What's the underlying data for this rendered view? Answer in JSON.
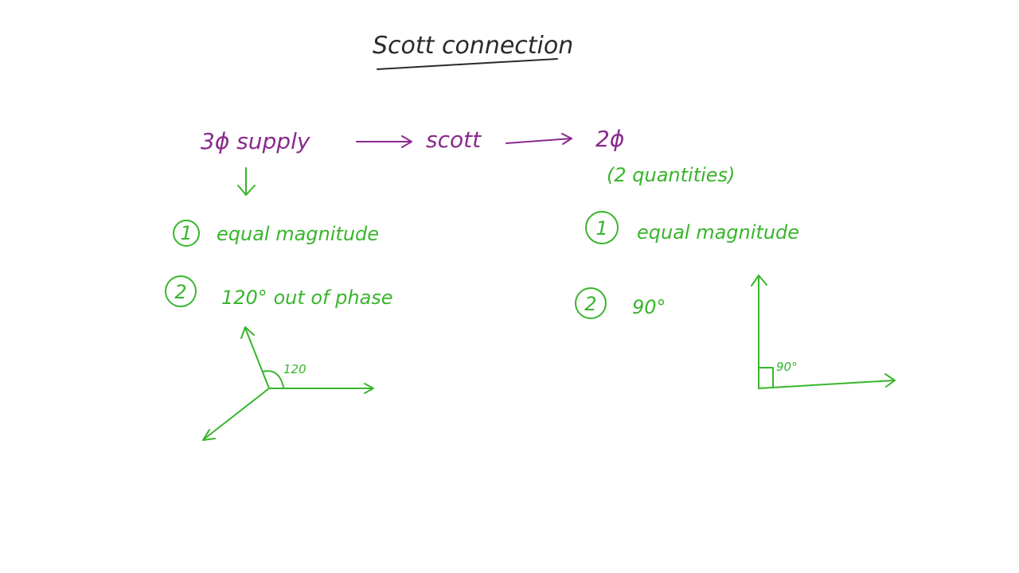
{
  "title": "Scott connection",
  "flow": {
    "input": "3ϕ supply",
    "middle": "scott",
    "output": "2ϕ",
    "output_note": "(2 quantities)"
  },
  "left": {
    "item1_num": "1",
    "item1_text": "equal magnitude",
    "item2_num": "2",
    "item2_text": "120° out of phase",
    "angle_label": "120"
  },
  "right": {
    "item1_num": "1",
    "item1_text": "equal magnitude",
    "item2_num": "2",
    "item2_text": "90°",
    "angle_label": "90°"
  },
  "colors": {
    "title_ink": "#2a2a2a",
    "flow_ink": "#8a2a8c",
    "note_ink": "#38b52c",
    "background": "#ffffff"
  }
}
